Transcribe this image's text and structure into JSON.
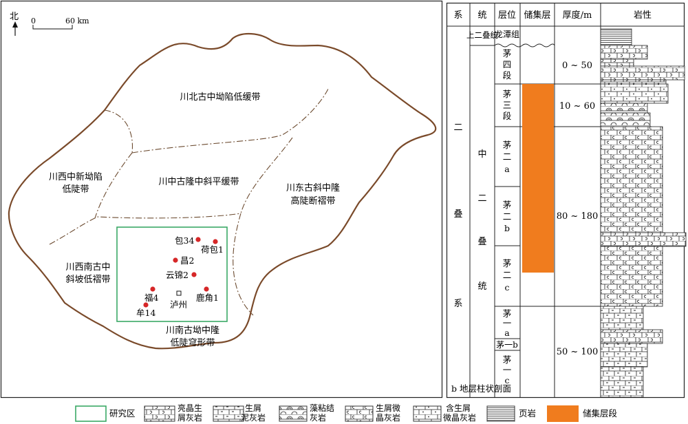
{
  "map": {
    "north_label": "北",
    "scale": {
      "zero": "0",
      "end": "60 km"
    },
    "zones": [
      {
        "name": "川北古中坳陷低缓带"
      },
      {
        "name": "川中古隆中斜平缓带"
      },
      {
        "name": "川西中新坳陷",
        "name2": "低陡带"
      },
      {
        "name": "川东古斜中隆",
        "name2": "高陡断褶带"
      },
      {
        "name": "川西南古中",
        "name2": "斜坡低褶带"
      },
      {
        "name": "川南古坳中隆",
        "name2": "低陡穹形带"
      }
    ],
    "wells": [
      {
        "name": "包34"
      },
      {
        "name": "荷包1"
      },
      {
        "name": "昌2"
      },
      {
        "name": "云锦2"
      },
      {
        "name": "福4"
      },
      {
        "name": "鹿角1"
      },
      {
        "name": "牟14"
      }
    ],
    "city": "泸州"
  },
  "column": {
    "headers": [
      "系",
      "统",
      "层位",
      "储集层",
      "厚度/m",
      "岩性"
    ],
    "system": [
      "二",
      "叠",
      "系"
    ],
    "upper_series": "上二叠统",
    "middle_series": [
      "中",
      "二",
      "叠",
      "统"
    ],
    "top_formation": "龙潭组",
    "layers": [
      {
        "name": [
          "茅",
          "四",
          "段"
        ]
      },
      {
        "name": [
          "茅",
          "三",
          "段"
        ]
      },
      {
        "name": [
          "茅",
          "二",
          "a"
        ]
      },
      {
        "name": [
          "茅",
          "二",
          "b"
        ]
      },
      {
        "name": [
          "茅",
          "二",
          "c"
        ]
      },
      {
        "name": [
          "茅",
          "一",
          "a"
        ]
      },
      {
        "name": [
          "茅一b"
        ]
      },
      {
        "name": [
          "茅",
          "一",
          "c"
        ]
      }
    ],
    "thickness": [
      "0 ~ 50",
      "10 ~ 60",
      "80 ~ 180",
      "50 ~ 100"
    ],
    "caption": "b 地层柱状剖面"
  },
  "legend": [
    {
      "label": "研究区"
    },
    {
      "label": "亮晶生",
      "label2": "屑灰岩"
    },
    {
      "label": "生屑",
      "label2": "泥灰岩"
    },
    {
      "label": "藻粘结",
      "label2": "灰岩"
    },
    {
      "label": "生屑微",
      "label2": "晶灰岩"
    },
    {
      "label": "含生屑",
      "label2": "微晶灰岩"
    },
    {
      "label": "页岩"
    },
    {
      "label": "储集层段"
    }
  ],
  "colors": {
    "outline": "#7a4a2a",
    "study_area": "#3aa865",
    "well": "#d62728",
    "reservoir": "#f07c1e"
  }
}
